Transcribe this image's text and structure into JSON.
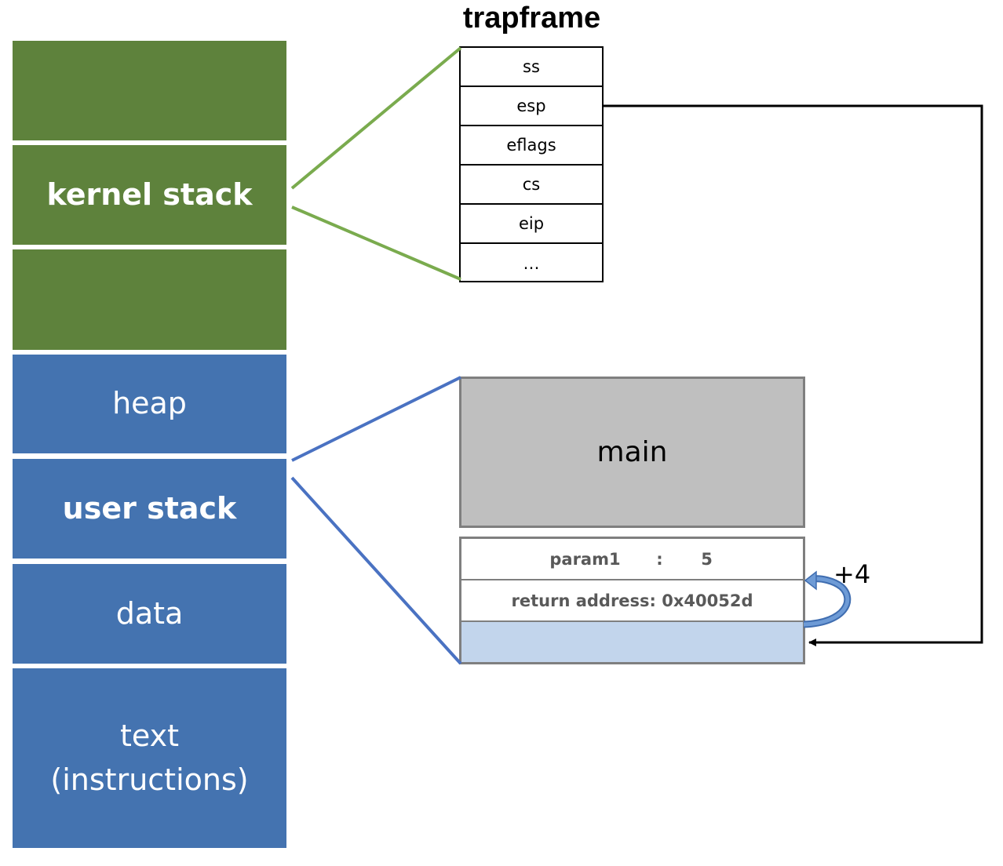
{
  "memory_layout": {
    "kernel_top": "",
    "kernel_stack": "kernel stack",
    "kernel_bottom": "",
    "heap": "heap",
    "user_stack": "user stack",
    "data": "data",
    "text": "text\n(instructions)"
  },
  "trapframe": {
    "title": "trapframe",
    "fields": [
      "ss",
      "esp",
      "eflags",
      "cs",
      "eip",
      "…"
    ]
  },
  "user_stack_detail": {
    "frame": "main",
    "param_name": "param1",
    "param_sep": ":",
    "param_value": "5",
    "return_address": "return address: 0x40052d",
    "increment_label": "+4"
  },
  "colors": {
    "kernel": "#5e823c",
    "user": "#4473b0",
    "kernel_connector": "#7aab4e",
    "user_connector": "#4a72c2",
    "stack_free_slot": "#c2d5ec",
    "frame_gray": "#bfbfbf"
  }
}
